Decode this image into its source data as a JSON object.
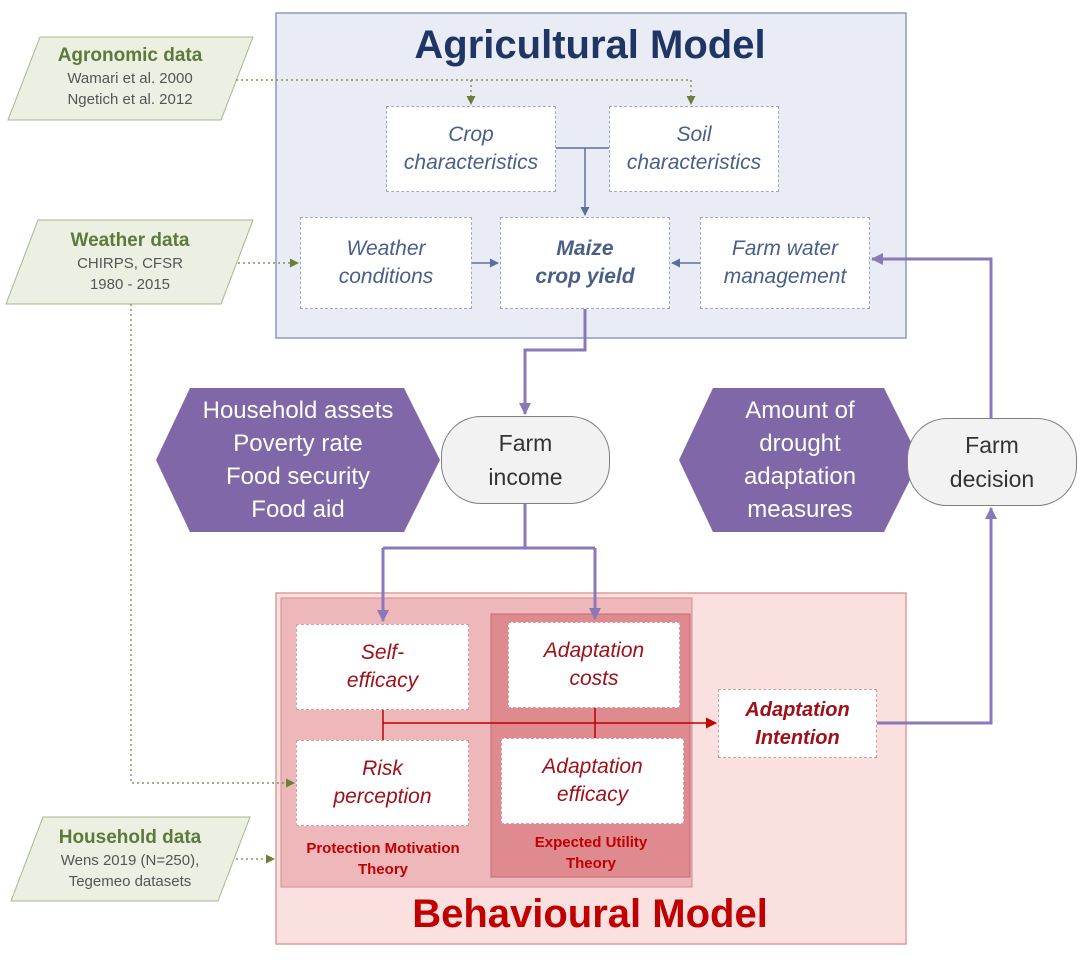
{
  "diagram": {
    "agricultural_model": {
      "title": "Agricultural Model",
      "nodes": {
        "crop": "Crop\ncharacteristics",
        "soil": "Soil\ncharacteristics",
        "weather": "Weather\nconditions",
        "maize": "Maize\ncrop yield",
        "water": "Farm water\nmanagement"
      }
    },
    "behavioural_model": {
      "title": "Behavioural Model",
      "nodes": {
        "self_efficacy": "Self-\nefficacy",
        "risk_perception": "Risk\nperception",
        "adaptation_costs": "Adaptation\ncosts",
        "adaptation_efficacy": "Adaptation\nefficacy",
        "adaptation_intention": "Adaptation\nIntention"
      },
      "theories": {
        "pmt": "Protection Motivation\nTheory",
        "eut": "Expected Utility\nTheory"
      }
    },
    "data_sources": [
      {
        "title": "Agronomic data",
        "lines": [
          "Wamari et al. 2000",
          "Ngetich et al. 2012"
        ]
      },
      {
        "title": "Weather data",
        "lines": [
          "CHIRPS, CFSR",
          "1980 - 2015"
        ]
      },
      {
        "title": "Household data",
        "lines": [
          "Wens 2019 (N=250),",
          "Tegemeo datasets"
        ]
      }
    ],
    "outputs": {
      "household": "Household assets\nPoverty rate\nFood security\nFood aid",
      "drought": "Amount of\ndrought\nadaptation\nmeasures"
    },
    "farm_nodes": {
      "income": "Farm\nincome",
      "decision": "Farm\ndecision"
    },
    "colors": {
      "agri_fill": "#e9ecf5",
      "agri_border": "#8a9bb8",
      "beh_fill": "#fbe0e0",
      "pmt_fill": "#eeb8bb",
      "eut_fill": "#de8a8f",
      "source_fill": "#ebf0e3",
      "hex_fill": "#7f67a8",
      "arrow_purple": "#8a78b8",
      "arrow_red": "#c00000",
      "arrow_olive": "#6b7f3a"
    }
  }
}
